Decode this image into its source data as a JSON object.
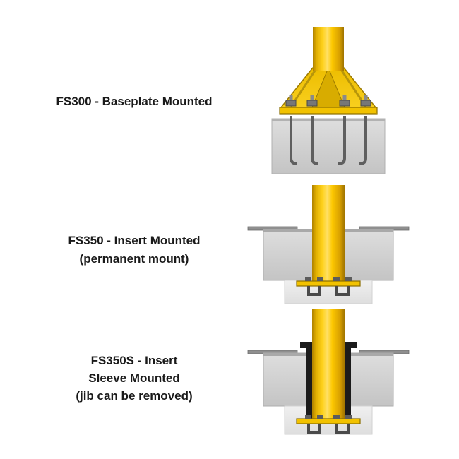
{
  "figure": {
    "title": "Jib crane mounting options diagram",
    "colors": {
      "jib_yellow": "#f4c400",
      "jib_yellow_light": "#ffe066",
      "jib_yellow_dark": "#a87b00",
      "concrete_light": "#dcdcdc",
      "concrete_mid": "#c6c6c6",
      "concrete_pale": "#ececec",
      "hardware_gray": "#5f5f5f",
      "sleeve_black": "#1b1b1b",
      "text": "#1a1a1a",
      "background": "#ffffff"
    },
    "rows": [
      {
        "id": "fs300",
        "illustration": "baseplate-mounted-illustration",
        "label_lines": [
          "FS300 - Baseplate Mounted"
        ]
      },
      {
        "id": "fs350",
        "illustration": "insert-mounted-illustration",
        "label_lines": [
          "FS350 - Insert Mounted",
          "(permanent mount)"
        ]
      },
      {
        "id": "fs350s",
        "illustration": "insert-sleeve-mounted-illustration",
        "label_lines": [
          "FS350S - Insert",
          "Sleeve Mounted",
          "(jib can be removed)"
        ]
      }
    ]
  }
}
